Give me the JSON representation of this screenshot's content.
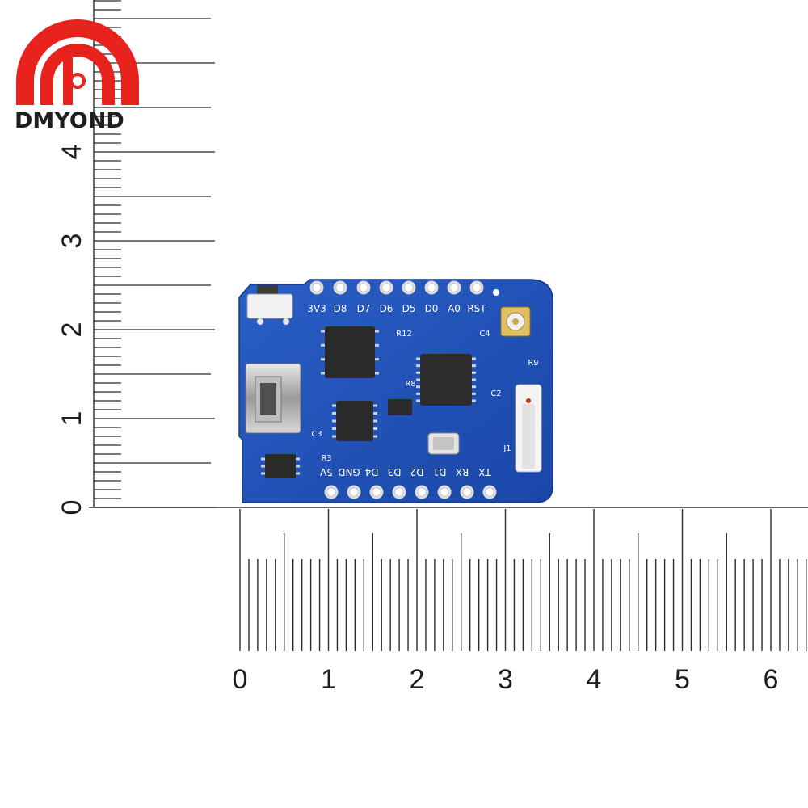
{
  "brand": {
    "name": "DMYOND",
    "colors": {
      "logo_red": "#e8231d",
      "text": "#1f1f1f"
    }
  },
  "ruler_vertical": {
    "unit_labels": [
      "0",
      "1",
      "2",
      "3",
      "4"
    ]
  },
  "ruler_horizontal": {
    "unit_labels": [
      "0",
      "1",
      "2",
      "3",
      "4",
      "5",
      "6"
    ]
  },
  "board": {
    "color": "#1e50b9",
    "top_pin_labels": [
      "3V3",
      "D8",
      "D7",
      "D6",
      "D5",
      "D0",
      "A0",
      "RST"
    ],
    "bottom_pin_labels": [
      "5V",
      "GND",
      "D4",
      "D3",
      "D2",
      "D1",
      "RX",
      "TX"
    ],
    "component_labels": [
      "R12",
      "R8",
      "R3",
      "R9",
      "C2",
      "C4",
      "C3",
      "J1"
    ]
  }
}
